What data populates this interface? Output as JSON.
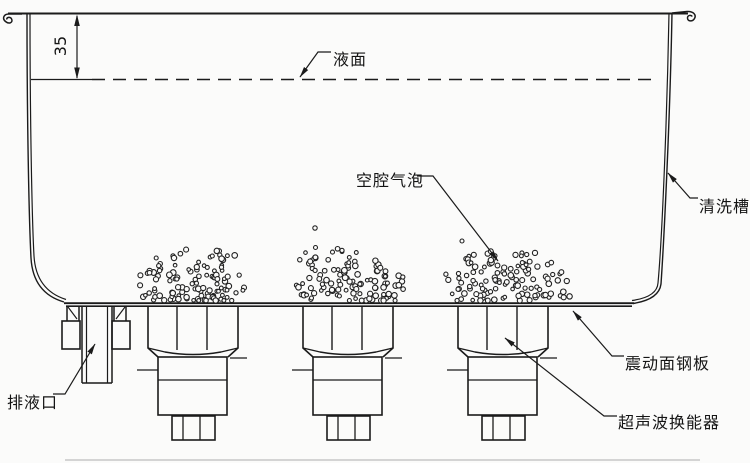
{
  "figure": {
    "type": "engineering-diagram",
    "subject": "ultrasonic cleaning tank cross-section",
    "background_color": "#fbfbfa",
    "line_color": "#1b1b1b",
    "labels": {
      "dimension_35": "35",
      "liquid_surface": "液面",
      "cavitation_bubbles": "空腔气泡",
      "cleaning_tank": "清洗槽",
      "vibration_plate": "震动面钢板",
      "ultrasonic_transducer": "超声波换能器",
      "drain_outlet": "排液口"
    }
  }
}
